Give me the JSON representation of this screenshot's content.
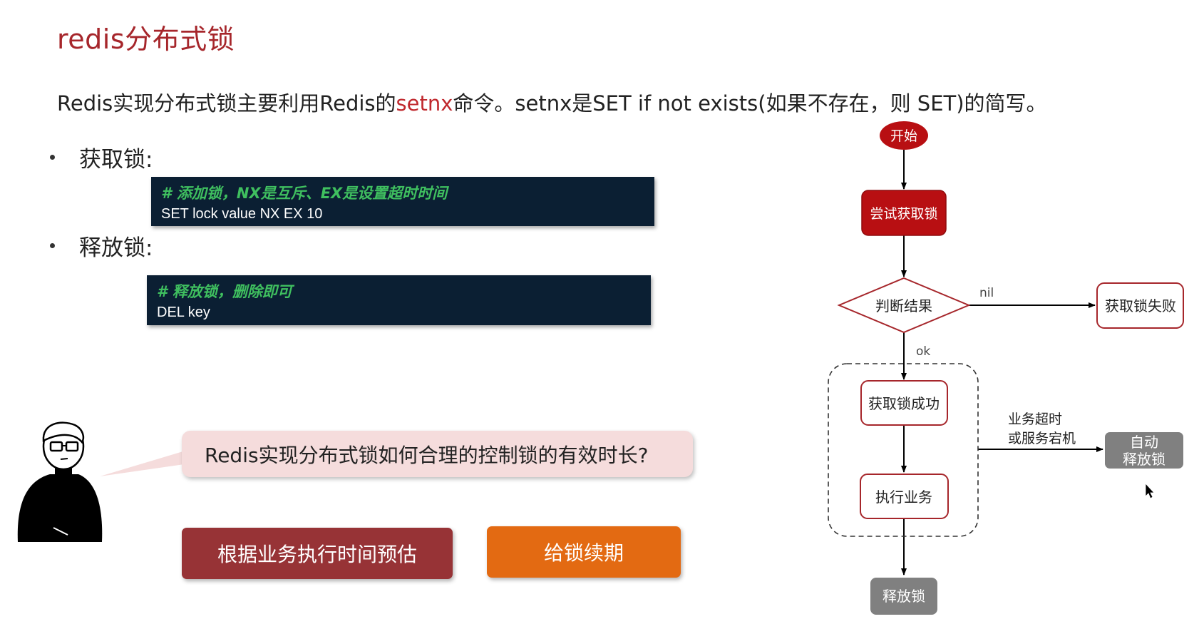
{
  "title": "redis分布式锁",
  "intro": {
    "before": "Redis实现分布式锁主要利用Redis的",
    "highlight": "setnx",
    "after": "命令。setnx是SET if not exists(如果不存在，则 SET)的简写。"
  },
  "acquire": {
    "label": "获取锁:",
    "comment": "# 添加锁，NX是互斥、EX是设置超时时间",
    "command": "SET lock value NX EX 10"
  },
  "release": {
    "label": "释放锁:",
    "comment": "# 释放锁，删除即可",
    "command": "DEL key"
  },
  "question": "Redis实现分布式锁如何合理的控制锁的有效时长?",
  "answers": {
    "estimate": "根据业务执行时间预估",
    "renew": "给锁续期"
  },
  "flow": {
    "start": "开始",
    "try": "尝试获取锁",
    "judge": "判断结果",
    "nil_label": "nil",
    "fail": "获取锁失败",
    "ok_label": "ok",
    "success": "获取锁成功",
    "execute": "执行业务",
    "release": "释放锁",
    "timeout_line1": "业务超时",
    "timeout_line2": "或服务宕机",
    "auto_line1": "自动",
    "auto_line2": "释放锁"
  },
  "colors": {
    "title": "#a6262b",
    "highlight": "#c0282d",
    "code_bg": "#0b1f33",
    "code_comment": "#3fbf5f",
    "bubble": "#f5dcdc",
    "btn_estimate": "#973336",
    "btn_renew": "#e36a12",
    "node_start": "#b80f12",
    "node_border": "#a6262b",
    "node_gray": "#808080"
  }
}
